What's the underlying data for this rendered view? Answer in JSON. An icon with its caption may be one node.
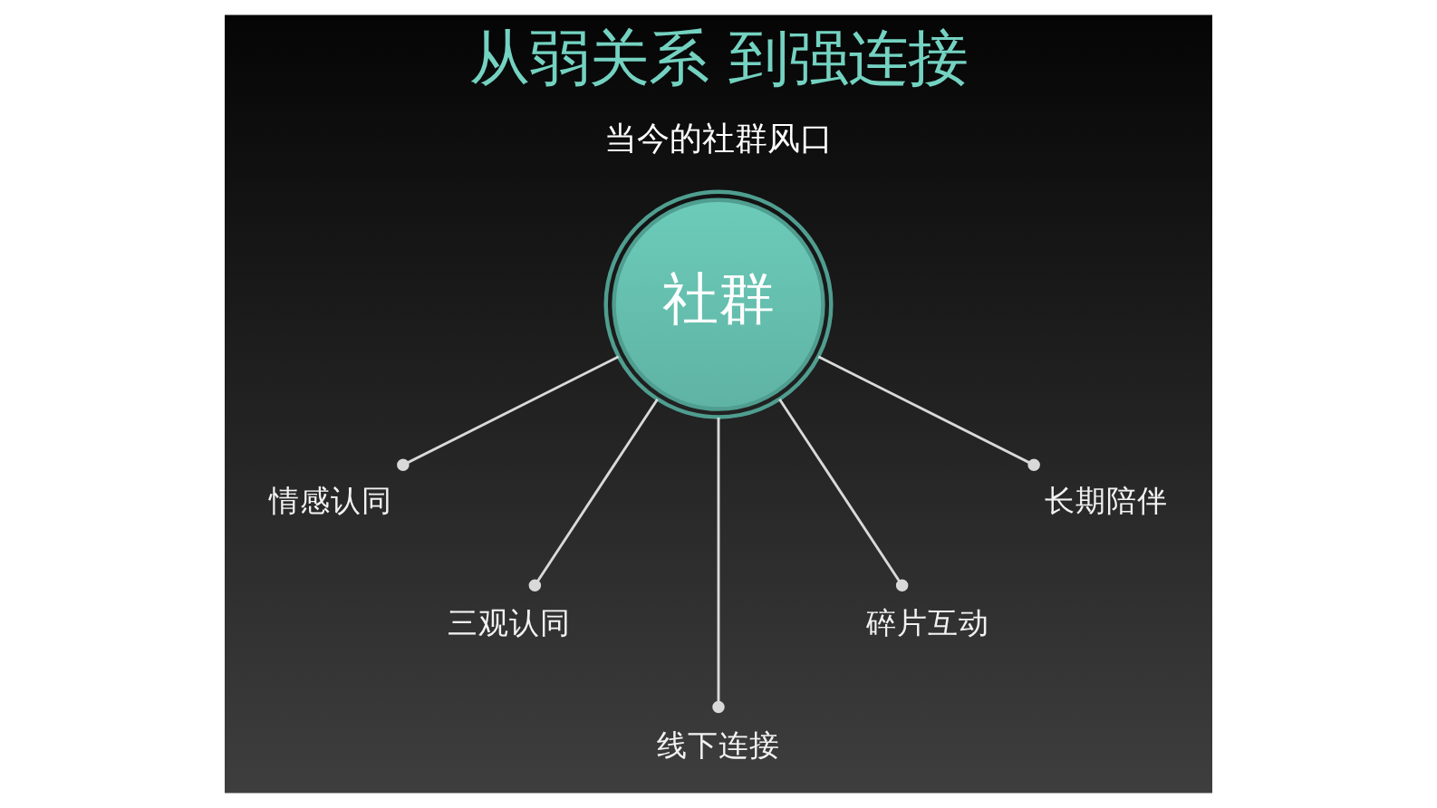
{
  "diagram": {
    "title": "从弱关系 到强连接",
    "nodes": [
      {
        "text": [
          "情感认同"
        ]
      },
      {
        "text": [
          "社群"
        ]
      },
      {
        "text": [
          "长期陪伴"
        ]
      },
      {
        "text": [
          "三观认同"
        ]
      },
      {
        "text": [
          "碎片互动"
        ]
      },
      {
        "text": [
          "线下连接"
        ]
      }
    ],
    "edges": [
      {
        "from": 1,
        "to": 0,
        "arrow": "other"
      },
      {
        "from": 1,
        "to": 3,
        "arrow": "other"
      },
      {
        "from": 1,
        "to": 5,
        "arrow": "other"
      },
      {
        "from": 1,
        "to": 4,
        "arrow": "other"
      },
      {
        "from": 1,
        "to": 2,
        "arrow": "other"
      }
    ],
    "labels": [
      "当今的社群风口"
    ]
  }
}
